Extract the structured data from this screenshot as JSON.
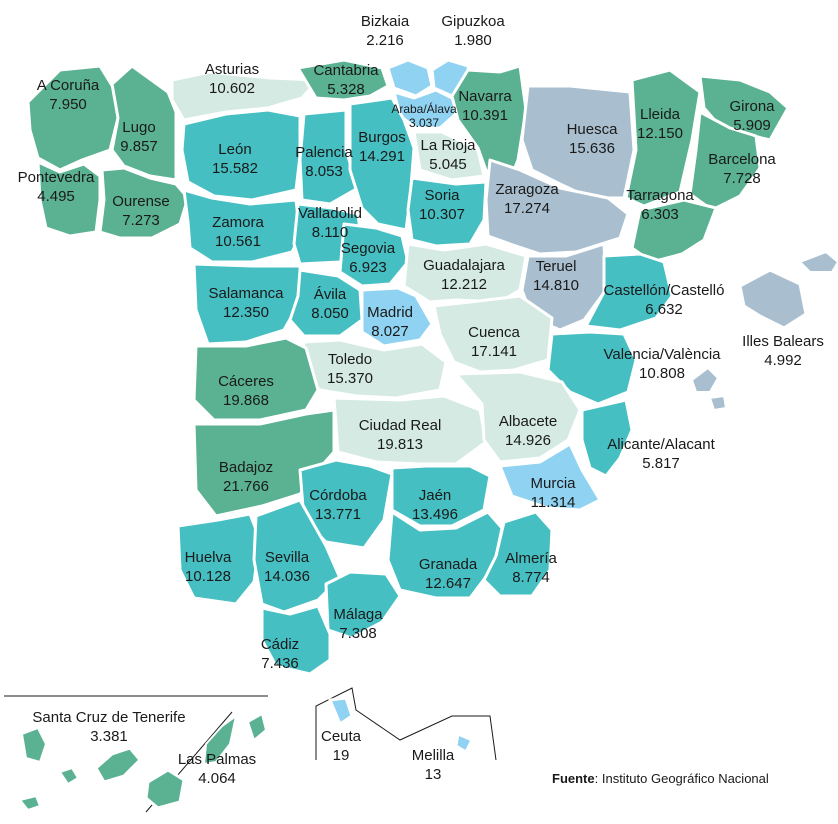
{
  "colors": {
    "c1": "#d4eae2",
    "c2": "#46bfc2",
    "c3": "#5ab292",
    "c4": "#8fd2f1",
    "c5": "#a9bfcf",
    "border": "#ffffff"
  },
  "provinces": [
    {
      "id": "a-coruna",
      "name": "A Coruña",
      "value": "7.950",
      "color": "c3"
    },
    {
      "id": "lugo",
      "name": "Lugo",
      "value": "9.857",
      "color": "c3"
    },
    {
      "id": "pontevedra",
      "name": "Pontevedra",
      "value": "4.495",
      "color": "c3"
    },
    {
      "id": "ourense",
      "name": "Ourense",
      "value": "7.273",
      "color": "c3"
    },
    {
      "id": "asturias",
      "name": "Asturias",
      "value": "10.602",
      "color": "c1"
    },
    {
      "id": "cantabria",
      "name": "Cantabria",
      "value": "5.328",
      "color": "c3"
    },
    {
      "id": "bizkaia",
      "name": "Bizkaia",
      "value": "2.216",
      "color": "c4"
    },
    {
      "id": "gipuzkoa",
      "name": "Gipuzkoa",
      "value": "1.980",
      "color": "c4"
    },
    {
      "id": "araba",
      "name": "Araba/Álava",
      "value": "3.037",
      "color": "c4"
    },
    {
      "id": "navarra",
      "name": "Navarra",
      "value": "10.391",
      "color": "c3"
    },
    {
      "id": "leon",
      "name": "León",
      "value": "15.582",
      "color": "c2"
    },
    {
      "id": "palencia",
      "name": "Palencia",
      "value": "8.053",
      "color": "c2"
    },
    {
      "id": "burgos",
      "name": "Burgos",
      "value": "14.291",
      "color": "c2"
    },
    {
      "id": "la-rioja",
      "name": "La Rioja",
      "value": "5.045",
      "color": "c1"
    },
    {
      "id": "huesca",
      "name": "Huesca",
      "value": "15.636",
      "color": "c5"
    },
    {
      "id": "lleida",
      "name": "Lleida",
      "value": "12.150",
      "color": "c3"
    },
    {
      "id": "girona",
      "name": "Girona",
      "value": "5.909",
      "color": "c3"
    },
    {
      "id": "barcelona",
      "name": "Barcelona",
      "value": "7.728",
      "color": "c3"
    },
    {
      "id": "zamora",
      "name": "Zamora",
      "value": "10.561",
      "color": "c2"
    },
    {
      "id": "valladolid",
      "name": "Valladolid",
      "value": "8.110",
      "color": "c2"
    },
    {
      "id": "soria",
      "name": "Soria",
      "value": "10.307",
      "color": "c2"
    },
    {
      "id": "zaragoza",
      "name": "Zaragoza",
      "value": "17.274",
      "color": "c5"
    },
    {
      "id": "tarragona",
      "name": "Tarragona",
      "value": "6.303",
      "color": "c3"
    },
    {
      "id": "segovia",
      "name": "Segovia",
      "value": "6.923",
      "color": "c2"
    },
    {
      "id": "guadalajara",
      "name": "Guadalajara",
      "value": "12.212",
      "color": "c1"
    },
    {
      "id": "teruel",
      "name": "Teruel",
      "value": "14.810",
      "color": "c5"
    },
    {
      "id": "salamanca",
      "name": "Salamanca",
      "value": "12.350",
      "color": "c2"
    },
    {
      "id": "avila",
      "name": "Ávila",
      "value": "8.050",
      "color": "c2"
    },
    {
      "id": "madrid",
      "name": "Madrid",
      "value": "8.027",
      "color": "c4"
    },
    {
      "id": "castellon",
      "name": "Castellón/Castelló",
      "value": "6.632",
      "color": "c2"
    },
    {
      "id": "illes-balears",
      "name": "Illes Balears",
      "value": "4.992",
      "color": "c5"
    },
    {
      "id": "cuenca",
      "name": "Cuenca",
      "value": "17.141",
      "color": "c1"
    },
    {
      "id": "toledo",
      "name": "Toledo",
      "value": "15.370",
      "color": "c1"
    },
    {
      "id": "valencia",
      "name": "Valencia/València",
      "value": "10.808",
      "color": "c2"
    },
    {
      "id": "caceres",
      "name": "Cáceres",
      "value": "19.868",
      "color": "c3"
    },
    {
      "id": "ciudad-real",
      "name": "Ciudad Real",
      "value": "19.813",
      "color": "c1"
    },
    {
      "id": "albacete",
      "name": "Albacete",
      "value": "14.926",
      "color": "c1"
    },
    {
      "id": "alicante",
      "name": "Alicante/Alacant",
      "value": "5.817",
      "color": "c2"
    },
    {
      "id": "badajoz",
      "name": "Badajoz",
      "value": "21.766",
      "color": "c3"
    },
    {
      "id": "cordoba",
      "name": "Córdoba",
      "value": "13.771",
      "color": "c2"
    },
    {
      "id": "jaen",
      "name": "Jaén",
      "value": "13.496",
      "color": "c2"
    },
    {
      "id": "murcia",
      "name": "Murcia",
      "value": "11.314",
      "color": "c4"
    },
    {
      "id": "huelva",
      "name": "Huelva",
      "value": "10.128",
      "color": "c2"
    },
    {
      "id": "sevilla",
      "name": "Sevilla",
      "value": "14.036",
      "color": "c2"
    },
    {
      "id": "granada",
      "name": "Granada",
      "value": "12.647",
      "color": "c2"
    },
    {
      "id": "almeria",
      "name": "Almería",
      "value": "8.774",
      "color": "c2"
    },
    {
      "id": "malaga",
      "name": "Málaga",
      "value": "7.308",
      "color": "c2"
    },
    {
      "id": "cadiz",
      "name": "Cádiz",
      "value": "7.436",
      "color": "c2"
    },
    {
      "id": "santa-cruz",
      "name": "Santa Cruz de Tenerife",
      "value": "3.381",
      "color": "c3"
    },
    {
      "id": "las-palmas",
      "name": "Las Palmas",
      "value": "4.064",
      "color": "c3"
    },
    {
      "id": "ceuta",
      "name": "Ceuta",
      "value": "19",
      "color": "c4"
    },
    {
      "id": "melilla",
      "name": "Melilla",
      "value": "13",
      "color": "c4"
    }
  ],
  "source": {
    "label": "Fuente",
    "text": ": Instituto Geográfico Nacional"
  }
}
